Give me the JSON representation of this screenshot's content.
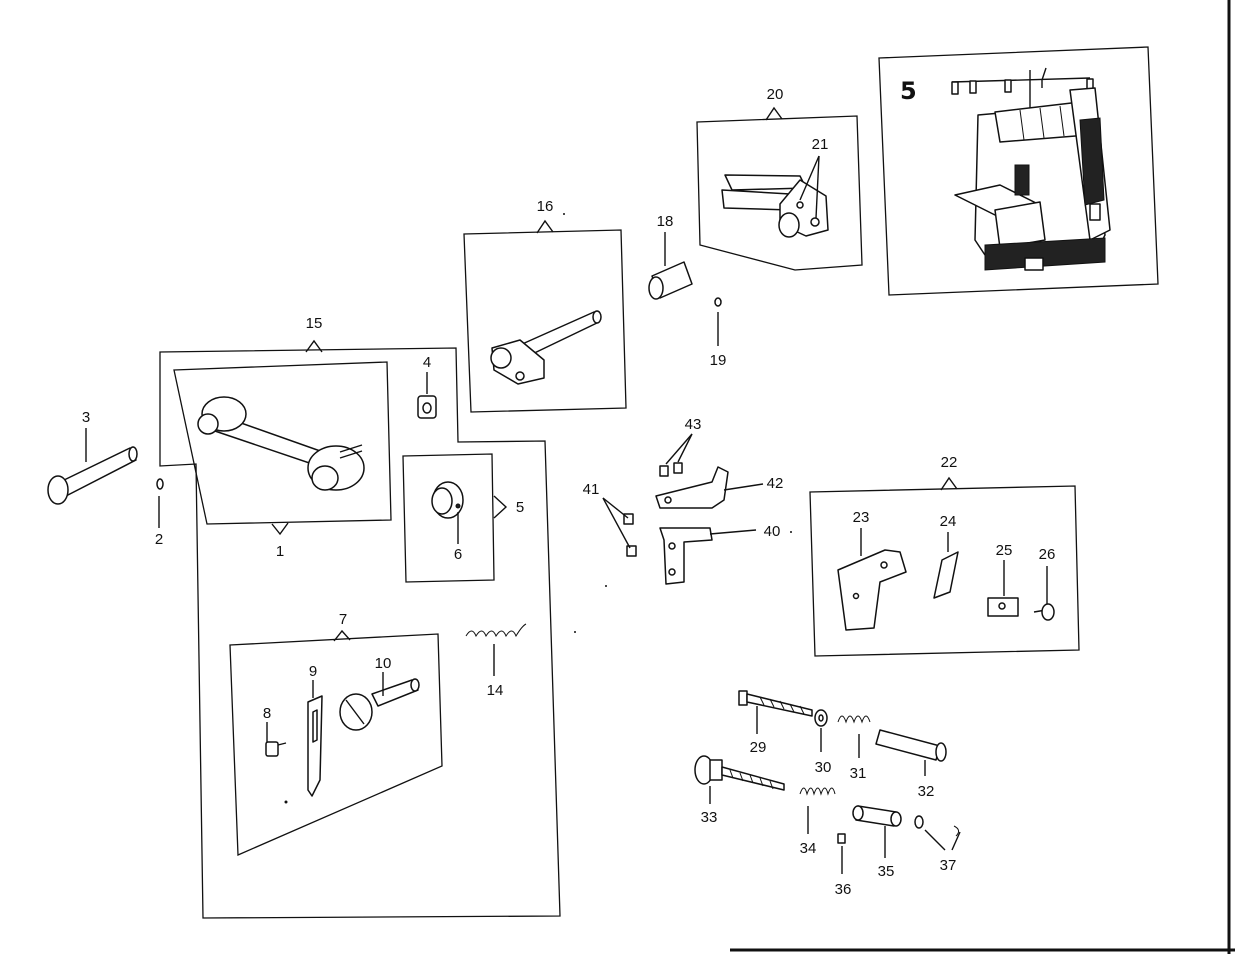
{
  "figure": {
    "number": "5"
  },
  "callouts": [
    "1",
    "2",
    "3",
    "4",
    "5",
    "6",
    "7",
    "8",
    "9",
    "10",
    "14",
    "15",
    "16",
    "18",
    "19",
    "20",
    "21",
    "22",
    "23",
    "24",
    "25",
    "26",
    "29",
    "30",
    "31",
    "32",
    "33",
    "34",
    "35",
    "36",
    "37",
    "40",
    "41",
    "42",
    "43"
  ]
}
